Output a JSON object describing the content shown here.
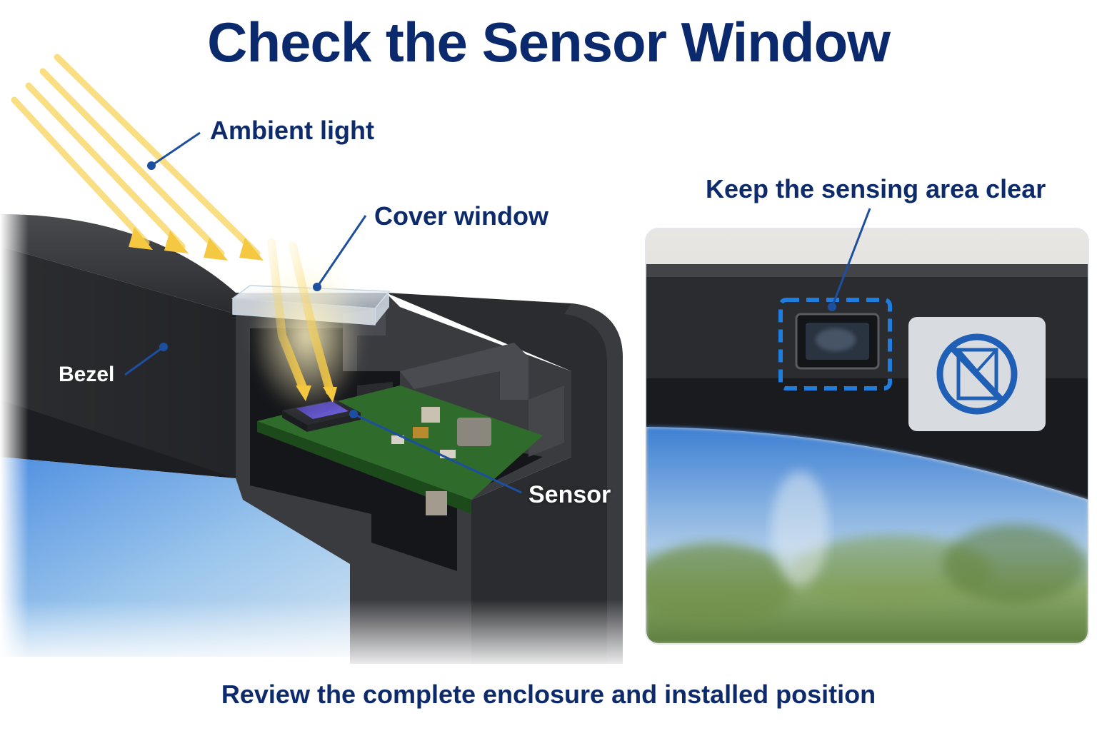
{
  "title": "Check the Sensor Window",
  "labels": {
    "ambient_light": "Ambient light",
    "cover_window": "Cover window",
    "bezel": "Bezel",
    "sensor": "Sensor",
    "keep_clear": "Keep the sensing area clear"
  },
  "footer": "Review the complete enclosure and installed position",
  "icons": {
    "no_cover": "no-cover-icon"
  },
  "colors": {
    "title": "#0b2a6e",
    "label": "#0d2a6b",
    "leader_line": "#1d4fa0",
    "light_ray": "#f7d35c",
    "highlight_dash": "#1f7de0",
    "pcb": "#2f6b2a",
    "bezel": "#2b2c2f"
  }
}
